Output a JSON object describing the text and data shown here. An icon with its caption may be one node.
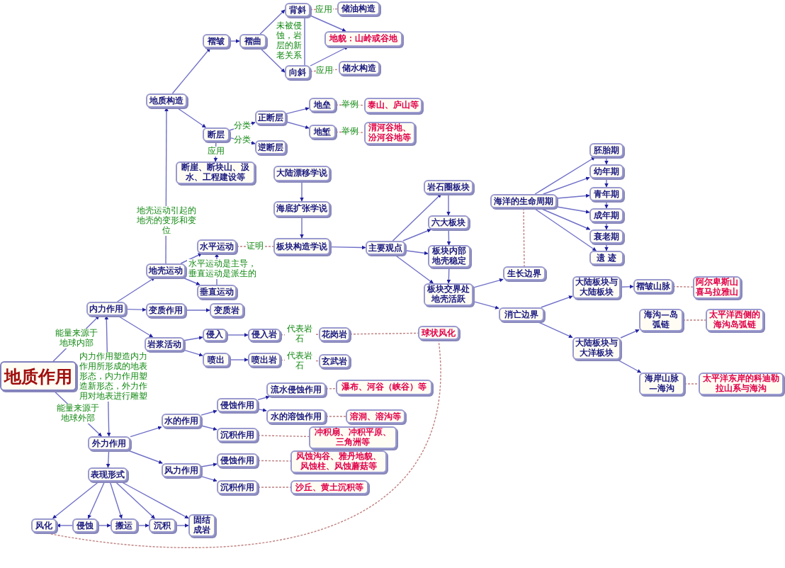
{
  "diagram": {
    "nodes": [
      {
        "text": [
          "地质作用"
        ]
      },
      {
        "text": [
          "内力作用"
        ]
      },
      {
        "text": [
          "外力作用"
        ]
      },
      {
        "text": [
          "地壳运动"
        ]
      },
      {
        "text": [
          "变质作用"
        ]
      },
      {
        "text": [
          "岩浆活动"
        ]
      },
      {
        "text": [
          "地质构造"
        ]
      },
      {
        "text": [
          "褶皱"
        ]
      },
      {
        "text": [
          "褶曲"
        ]
      },
      {
        "text": [
          "背斜"
        ]
      },
      {
        "text": [
          "向斜"
        ]
      },
      {
        "text": [
          "储油构造"
        ]
      },
      {
        "text": [
          "地貌：山岭或谷地"
        ]
      },
      {
        "text": [
          "储水构造"
        ]
      },
      {
        "text": [
          "断层"
        ]
      },
      {
        "text": [
          "正断层"
        ]
      },
      {
        "text": [
          "逆断层"
        ]
      },
      {
        "text": [
          "断崖、断块山、汲水、工程建设等"
        ]
      },
      {
        "text": [
          "地垒"
        ]
      },
      {
        "text": [
          "地堑"
        ]
      },
      {
        "text": [
          "泰山、庐山等"
        ]
      },
      {
        "text": [
          "渭河谷地、汾河谷地等"
        ]
      },
      {
        "text": [
          "大陆漂移学说"
        ]
      },
      {
        "text": [
          "海底扩张学说"
        ]
      },
      {
        "text": [
          "板块构造学说"
        ]
      },
      {
        "text": [
          "主要观点"
        ]
      },
      {
        "text": [
          "岩石圈板块"
        ]
      },
      {
        "text": [
          "六大板块"
        ]
      },
      {
        "text": [
          "板块内部地壳稳定"
        ]
      },
      {
        "text": [
          "板块交界处地壳活跃"
        ]
      },
      {
        "text": [
          "海洋的生命周期"
        ]
      },
      {
        "text": [
          "胚胎期"
        ]
      },
      {
        "text": [
          "幼年期"
        ]
      },
      {
        "text": [
          "青年期"
        ]
      },
      {
        "text": [
          "成年期"
        ]
      },
      {
        "text": [
          "衰老期"
        ]
      },
      {
        "text": [
          "遗 迹"
        ]
      },
      {
        "text": [
          "生长边界"
        ]
      },
      {
        "text": [
          "消亡边界"
        ]
      },
      {
        "text": [
          "大陆板块与大陆板块"
        ]
      },
      {
        "text": [
          "褶皱山脉"
        ]
      },
      {
        "text": [
          "阿尔卑斯山喜马拉雅山"
        ]
      },
      {
        "text": [
          "大陆板块与大洋板块"
        ]
      },
      {
        "text": [
          "海沟—岛弧链"
        ]
      },
      {
        "text": [
          "太平洋西侧的海沟岛弧链"
        ]
      },
      {
        "text": [
          "海岸山脉—海沟"
        ]
      },
      {
        "text": [
          "太平洋东岸的科迪勒拉山系与海沟"
        ]
      },
      {
        "text": [
          "水平运动"
        ]
      },
      {
        "text": [
          "垂直运动"
        ]
      },
      {
        "text": [
          "变质岩"
        ]
      },
      {
        "text": [
          "侵入"
        ]
      },
      {
        "text": [
          "喷出"
        ]
      },
      {
        "text": [
          "侵入岩"
        ]
      },
      {
        "text": [
          "花岗岩"
        ]
      },
      {
        "text": [
          "喷出岩"
        ]
      },
      {
        "text": [
          "玄武岩"
        ]
      },
      {
        "text": [
          "球状风化"
        ]
      },
      {
        "text": [
          "表现形式"
        ]
      },
      {
        "text": [
          "水的作用"
        ]
      },
      {
        "text": [
          "风力作用"
        ]
      },
      {
        "text": [
          "侵蚀作用"
        ]
      },
      {
        "text": [
          "沉积作用"
        ]
      },
      {
        "text": [
          "侵蚀作用"
        ]
      },
      {
        "text": [
          "沉积作用"
        ]
      },
      {
        "text": [
          "流水侵蚀作用"
        ]
      },
      {
        "text": [
          "水的溶蚀作用"
        ]
      },
      {
        "text": [
          "瀑布、河谷（峡谷）等"
        ]
      },
      {
        "text": [
          "溶洞、溶沟等"
        ]
      },
      {
        "text": [
          "冲积扇、冲积平原、三角洲等"
        ]
      },
      {
        "text": [
          "风蚀沟谷、雅丹地貌、风蚀柱、风蚀蘑菇等"
        ]
      },
      {
        "text": [
          "沙丘、黄土沉积等"
        ]
      },
      {
        "text": [
          "风化"
        ]
      },
      {
        "text": [
          "侵蚀"
        ]
      },
      {
        "text": [
          "搬运"
        ]
      },
      {
        "text": [
          "沉积"
        ]
      },
      {
        "text": [
          "固结成岩"
        ]
      }
    ],
    "edges": [
      {
        "from": 0,
        "to": 1,
        "arrow": "to",
        "label": "能量来源于地球内部"
      },
      {
        "from": 0,
        "to": 2,
        "arrow": "to",
        "label": "能量来源于地球外部"
      },
      {
        "from": 1,
        "to": 2,
        "arrow": "both",
        "label": "内力作用塑造内力作用所形成的地表形态，内力作用塑造新形态，外力作用对地表进行雕塑"
      },
      {
        "from": 1,
        "to": 3,
        "arrow": "to"
      },
      {
        "from": 1,
        "to": 4,
        "arrow": "to"
      },
      {
        "from": 1,
        "to": 5,
        "arrow": "to"
      },
      {
        "from": 3,
        "to": 6,
        "arrow": "to",
        "label": "地壳运动引起的地壳的变形和变位"
      },
      {
        "from": 3,
        "to": 47,
        "arrow": "to"
      },
      {
        "from": 3,
        "to": 48,
        "arrow": "to"
      },
      {
        "from": 48,
        "to": 47,
        "arrow": "to",
        "label": "水平运动是主导，垂直运动是派生的"
      },
      {
        "from": 6,
        "to": 7,
        "arrow": "to"
      },
      {
        "from": 6,
        "to": 14,
        "arrow": "to"
      },
      {
        "from": 7,
        "to": 8,
        "arrow": "to"
      },
      {
        "from": 8,
        "to": 9,
        "arrow": "to"
      },
      {
        "from": 8,
        "to": 10,
        "arrow": "to"
      },
      {
        "from": 9,
        "to": 11,
        "arrow": "none",
        "label": "应用",
        "style": "dashed",
        "color": "#c08080"
      },
      {
        "from": 10,
        "to": 13,
        "arrow": "none",
        "label": "应用",
        "style": "dashed",
        "color": "#c08080"
      },
      {
        "from": 9,
        "to": 10,
        "arrow": "none",
        "label": "未被侵蚀，岩层的新老关系"
      },
      {
        "from": 9,
        "to": 12,
        "arrow": "to"
      },
      {
        "from": 10,
        "to": 12,
        "arrow": "to"
      },
      {
        "from": 14,
        "to": 15,
        "arrow": "to",
        "label": "分类"
      },
      {
        "from": 14,
        "to": 16,
        "arrow": "to",
        "label": "分类"
      },
      {
        "from": 14,
        "to": 17,
        "arrow": "to",
        "label": "应用"
      },
      {
        "from": 15,
        "to": 18,
        "arrow": "to"
      },
      {
        "from": 15,
        "to": 19,
        "arrow": "to"
      },
      {
        "from": 18,
        "to": 20,
        "arrow": "none",
        "label": "举例",
        "style": "dashed",
        "color": "#c08080"
      },
      {
        "from": 19,
        "to": 21,
        "arrow": "none",
        "label": "举例",
        "style": "dashed",
        "color": "#c08080"
      },
      {
        "from": 47,
        "to": 24,
        "arrow": "none",
        "label": "证明",
        "style": "dashed",
        "color": "#c08080"
      },
      {
        "from": 22,
        "to": 23,
        "arrow": "to"
      },
      {
        "from": 23,
        "to": 24,
        "arrow": "to"
      },
      {
        "from": 24,
        "to": 25,
        "arrow": "to"
      },
      {
        "from": 25,
        "to": 26,
        "arrow": "to"
      },
      {
        "from": 25,
        "to": 27,
        "arrow": "to"
      },
      {
        "from": 25,
        "to": 28,
        "arrow": "to"
      },
      {
        "from": 25,
        "to": 29,
        "arrow": "to"
      },
      {
        "from": 26,
        "to": 27,
        "arrow": "to"
      },
      {
        "from": 27,
        "to": 28,
        "arrow": "to"
      },
      {
        "from": 28,
        "to": 29,
        "arrow": "to"
      },
      {
        "from": 29,
        "to": 37,
        "arrow": "to"
      },
      {
        "from": 29,
        "to": 38,
        "arrow": "to"
      },
      {
        "from": 30,
        "to": 37,
        "arrow": "none",
        "style": "dashed",
        "color": "#c08080"
      },
      {
        "from": 30,
        "to": 31,
        "arrow": "to"
      },
      {
        "from": 30,
        "to": 32,
        "arrow": "to"
      },
      {
        "from": 30,
        "to": 33,
        "arrow": "to"
      },
      {
        "from": 30,
        "to": 34,
        "arrow": "to"
      },
      {
        "from": 30,
        "to": 35,
        "arrow": "to"
      },
      {
        "from": 30,
        "to": 36,
        "arrow": "to"
      },
      {
        "from": 31,
        "to": 32,
        "arrow": "to"
      },
      {
        "from": 32,
        "to": 33,
        "arrow": "to"
      },
      {
        "from": 33,
        "to": 34,
        "arrow": "to"
      },
      {
        "from": 34,
        "to": 35,
        "arrow": "to"
      },
      {
        "from": 35,
        "to": 36,
        "arrow": "to"
      },
      {
        "from": 38,
        "to": 39,
        "arrow": "to"
      },
      {
        "from": 38,
        "to": 42,
        "arrow": "to"
      },
      {
        "from": 39,
        "to": 40,
        "arrow": "to"
      },
      {
        "from": 40,
        "to": 41,
        "arrow": "none",
        "style": "dashed",
        "color": "#c08080"
      },
      {
        "from": 42,
        "to": 43,
        "arrow": "to"
      },
      {
        "from": 42,
        "to": 45,
        "arrow": "to"
      },
      {
        "from": 43,
        "to": 44,
        "arrow": "none",
        "style": "dashed",
        "color": "#c08080"
      },
      {
        "from": 45,
        "to": 46,
        "arrow": "none",
        "style": "dashed",
        "color": "#c08080"
      },
      {
        "from": 4,
        "to": 49,
        "arrow": "to"
      },
      {
        "from": 5,
        "to": 50,
        "arrow": "to"
      },
      {
        "from": 5,
        "to": 51,
        "arrow": "to"
      },
      {
        "from": 50,
        "to": 52,
        "arrow": "to"
      },
      {
        "from": 51,
        "to": 54,
        "arrow": "to"
      },
      {
        "from": 52,
        "to": 53,
        "arrow": "none",
        "label": "代表岩石",
        "style": "dashed",
        "color": "#c08080"
      },
      {
        "from": 54,
        "to": 55,
        "arrow": "none",
        "label": "代表岩石",
        "style": "dashed",
        "color": "#c08080"
      },
      {
        "from": 53,
        "to": 56,
        "arrow": "none",
        "style": "dashed",
        "color": "#c08080"
      },
      {
        "from": 2,
        "to": 58,
        "arrow": "to"
      },
      {
        "from": 2,
        "to": 59,
        "arrow": "to"
      },
      {
        "from": 2,
        "to": 57,
        "arrow": "to"
      },
      {
        "from": 58,
        "to": 60,
        "arrow": "to"
      },
      {
        "from": 58,
        "to": 61,
        "arrow": "to"
      },
      {
        "from": 59,
        "to": 62,
        "arrow": "to"
      },
      {
        "from": 59,
        "to": 63,
        "arrow": "to"
      },
      {
        "from": 60,
        "to": 64,
        "arrow": "to"
      },
      {
        "from": 60,
        "to": 65,
        "arrow": "to"
      },
      {
        "from": 64,
        "to": 66,
        "arrow": "none",
        "style": "dashed",
        "color": "#c08080"
      },
      {
        "from": 65,
        "to": 67,
        "arrow": "none",
        "style": "dashed",
        "color": "#c08080"
      },
      {
        "from": 61,
        "to": 68,
        "arrow": "none",
        "style": "dashed",
        "color": "#c08080"
      },
      {
        "from": 62,
        "to": 69,
        "arrow": "none",
        "style": "dashed",
        "color": "#c08080"
      },
      {
        "from": 63,
        "to": 70,
        "arrow": "none",
        "style": "dashed",
        "color": "#c08080"
      },
      {
        "from": 57,
        "to": 71,
        "arrow": "to"
      },
      {
        "from": 57,
        "to": 72,
        "arrow": "to"
      },
      {
        "from": 57,
        "to": 73,
        "arrow": "to"
      },
      {
        "from": 57,
        "to": 74,
        "arrow": "to"
      },
      {
        "from": 57,
        "to": 75,
        "arrow": "to"
      },
      {
        "from": 72,
        "to": 71,
        "arrow": "to"
      },
      {
        "from": 72,
        "to": 73,
        "arrow": "to"
      },
      {
        "from": 73,
        "to": 74,
        "arrow": "to"
      },
      {
        "from": 74,
        "to": 75,
        "arrow": "to"
      },
      {
        "from": 71,
        "to": 56,
        "arrow": "none",
        "style": "dashed",
        "color": "#c08080"
      }
    ]
  }
}
